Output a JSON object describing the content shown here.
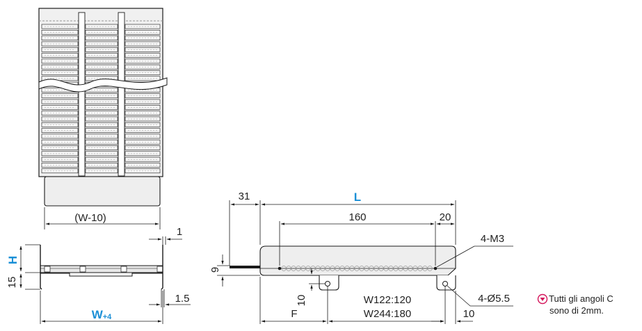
{
  "top_view": {
    "width_label": "(W-10)",
    "slat_rows": 26,
    "columns": 3
  },
  "side_view": {
    "height_label": "H",
    "height_dim": "15",
    "width_label_main": "W",
    "width_label_sub": "+4",
    "dim_1": "1",
    "dim_1_5": "1.5"
  },
  "front_view": {
    "length_label": "L",
    "dim_31": "31",
    "dim_160": "160",
    "dim_20": "20",
    "thread_label": "4-M3",
    "dim_9": "9",
    "dim_10_vert": "10",
    "hole_label": "4-Ø5.5",
    "dim_F": "F",
    "w122": "W122:120",
    "w244": "W244:180",
    "dim_10_horiz": "10"
  },
  "note": {
    "line1": "Tutti gli angoli C",
    "line2": "sono di 2mm.",
    "icon_color": "#d4145a"
  },
  "colors": {
    "line": "#1a1a1a",
    "accent": "#1a8fd6",
    "plate_fill": "#eeeeee",
    "slat_fill": "#f4f4f4"
  }
}
